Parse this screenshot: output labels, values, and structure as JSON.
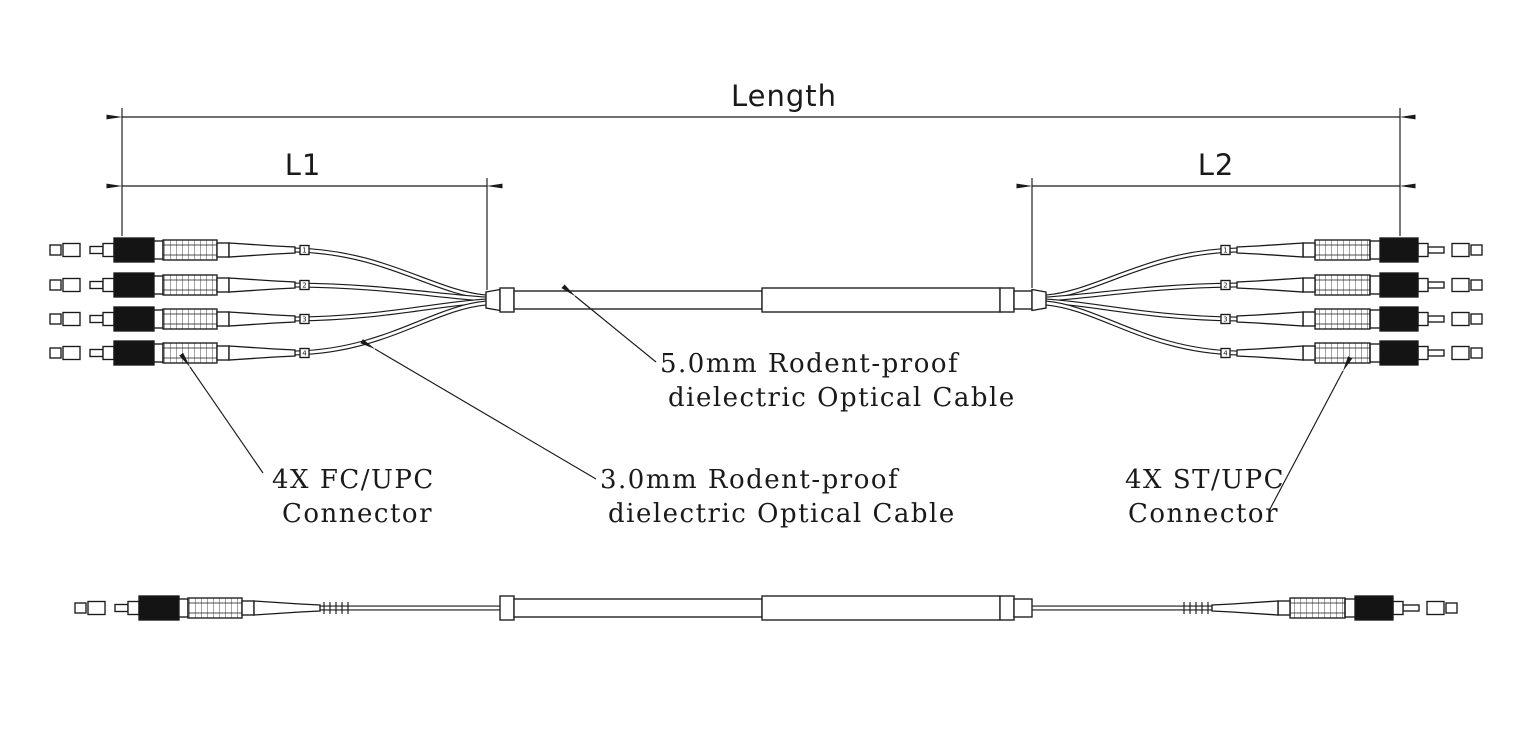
{
  "dimensions": {
    "length": "Length",
    "l1": "L1",
    "l2": "L2"
  },
  "callouts": {
    "cable5_line1": "5.0mm Rodent-proof",
    "cable5_line2": "dielectric Optical Cable",
    "cable3_line1": "3.0mm Rodent-proof",
    "cable3_line2": "dielectric Optical Cable",
    "fc_line1": "4X FC/UPC",
    "fc_line2": "Connector",
    "st_line1": "4X ST/UPC",
    "st_line2": "Connector"
  },
  "fiber_numbers": [
    "1",
    "2",
    "3",
    "4"
  ],
  "colors": {
    "line": "#1a1a1a",
    "connector_body": "#141414",
    "background": "#ffffff"
  }
}
